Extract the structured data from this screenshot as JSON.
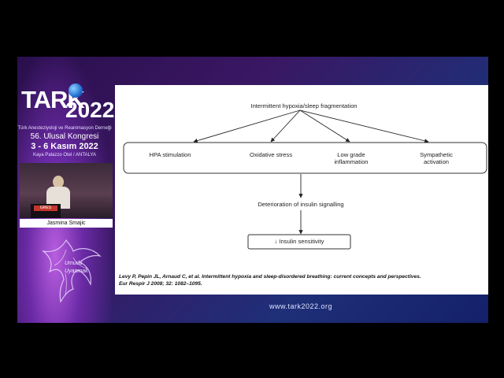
{
  "sidebar": {
    "logo_tark": "TARK",
    "logo_year": "2022",
    "association": "Türk Anesteziyoloji ve Reanimasyon Derneği",
    "congress": "56. Ulusal Kongresi",
    "dates": "3 - 6 Kasım 2022",
    "venue": "Kaya Palazzo Otel / ANTALYA",
    "podium_sign": "GRES",
    "speaker_name": "Jasmina Smajic",
    "slogan_line1": "Umudu",
    "slogan_line2": "Uyanmak"
  },
  "slide": {
    "top_node": "Intermittent hypoxia/sleep fragmentation",
    "mechanisms": [
      {
        "line1": "HPA stimulation",
        "line2": ""
      },
      {
        "line1": "Oxidative stress",
        "line2": ""
      },
      {
        "line1": "Low grade",
        "line2": "inflammation"
      },
      {
        "line1": "Sympathetic",
        "line2": "activation"
      }
    ],
    "middle_node": "Deterioration of insulin signalling",
    "bottom_node": "↓  Insulin sensitivity",
    "citation_line1": "Levy P, Pepin JL, Arnaud C, et al. Intermittent hypoxia and sleep-disordered breathing: current concepts and perspectives.",
    "citation_line2": "Eur Respir J 2008; 32: 1082–1095."
  },
  "footer": {
    "url": "www.tark2022.org"
  },
  "colors": {
    "background_purple": "#2a0f4d",
    "background_blue": "#1f2f78",
    "slide_white": "#ffffff"
  }
}
